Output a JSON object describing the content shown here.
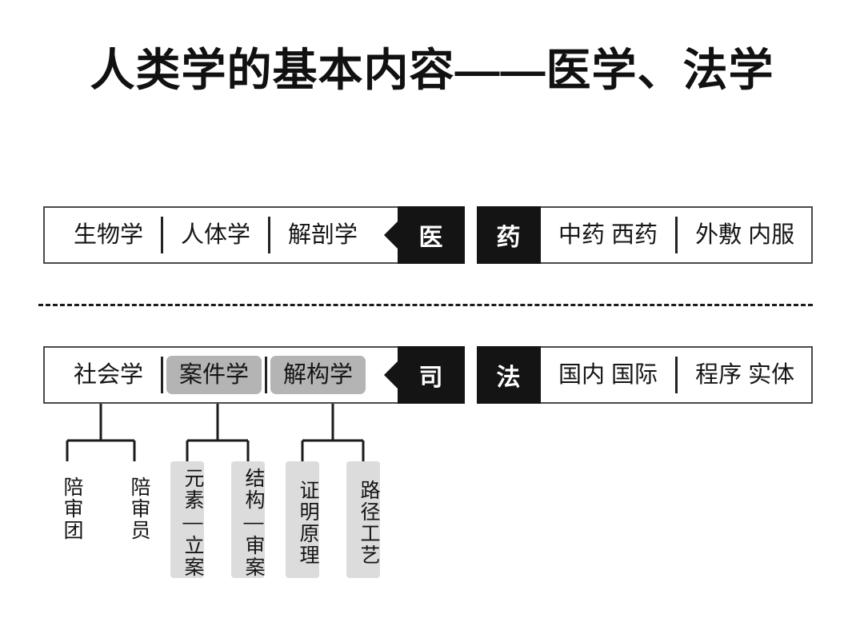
{
  "title": "人类学的基本内容——医学、法学",
  "rows": [
    {
      "id": "medicine",
      "left_capsule": {
        "cells": [
          {
            "label": "生物学",
            "style": "plain"
          },
          {
            "label": "人体学",
            "style": "plain"
          },
          {
            "label": "解剖学",
            "style": "plain"
          }
        ]
      },
      "left_tag": "医",
      "right_tag": "药",
      "right_capsule": {
        "cells": [
          {
            "label": "中药 西药",
            "style": "plain"
          },
          {
            "label": "外敷 内服",
            "style": "plain"
          }
        ]
      }
    },
    {
      "id": "law",
      "left_capsule": {
        "cells": [
          {
            "label": "社会学",
            "style": "plain"
          },
          {
            "label": "案件学",
            "style": "chip"
          },
          {
            "label": "解构学",
            "style": "chip"
          }
        ]
      },
      "left_tag": "司",
      "right_tag": "法",
      "right_capsule": {
        "cells": [
          {
            "label": "国内 国际",
            "style": "plain"
          },
          {
            "label": "程序 实体",
            "style": "plain"
          }
        ]
      }
    }
  ],
  "tree": {
    "branches": [
      {
        "parent": "社会学",
        "children": [
          {
            "label": "陪审团",
            "boxed": false
          },
          {
            "label": "陪审员",
            "boxed": false
          }
        ]
      },
      {
        "parent": "案件学",
        "children": [
          {
            "label": "元素—立案",
            "boxed": true
          },
          {
            "label": "结构—审案",
            "boxed": true
          }
        ]
      },
      {
        "parent": "解构学",
        "children": [
          {
            "label": "证明原理",
            "boxed": true
          },
          {
            "label": "路径工艺",
            "boxed": true
          }
        ]
      }
    ]
  },
  "colors": {
    "black_tag": "#141414",
    "chip_gray": "#b4b4b4",
    "leaf_gray": "#dcdcdc",
    "outline": "#4a4a4a",
    "text": "#151515",
    "background": "#ffffff"
  }
}
